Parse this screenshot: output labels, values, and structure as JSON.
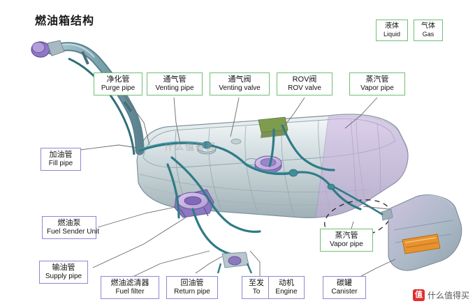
{
  "title": "燃油箱结构",
  "legend": [
    {
      "cn": "液体",
      "en": "Liquid"
    },
    {
      "cn": "气体",
      "en": "Gas"
    }
  ],
  "callouts": [
    {
      "cn": "净化管",
      "en": "Purge pipe"
    },
    {
      "cn": "通气管",
      "en": "Venting pipe"
    },
    {
      "cn": "通气阀",
      "en": "Venting valve"
    },
    {
      "cn": "ROV阀",
      "en": "ROV valve"
    },
    {
      "cn": "蒸汽管",
      "en": "Vapor pipe"
    },
    {
      "cn": "加油管",
      "en": "Fill pipe"
    },
    {
      "cn": "燃油泵",
      "en": "Fuel Sender Unit"
    },
    {
      "cn": "输油管",
      "en": "Supply pipe"
    },
    {
      "cn": "燃油滤清器",
      "en": "Fuel filter"
    },
    {
      "cn": "回油管",
      "en": "Return pipe"
    },
    {
      "cn": "至发",
      "en": "To"
    },
    {
      "cn": "动机",
      "en": "Engine"
    },
    {
      "cn": "蒸汽管",
      "en": "Vapor pipe"
    },
    {
      "cn": "碳罐",
      "en": "Canister"
    }
  ],
  "watermark": "什么值得买",
  "brand": {
    "mark": "值",
    "text": "什么值得买"
  }
}
